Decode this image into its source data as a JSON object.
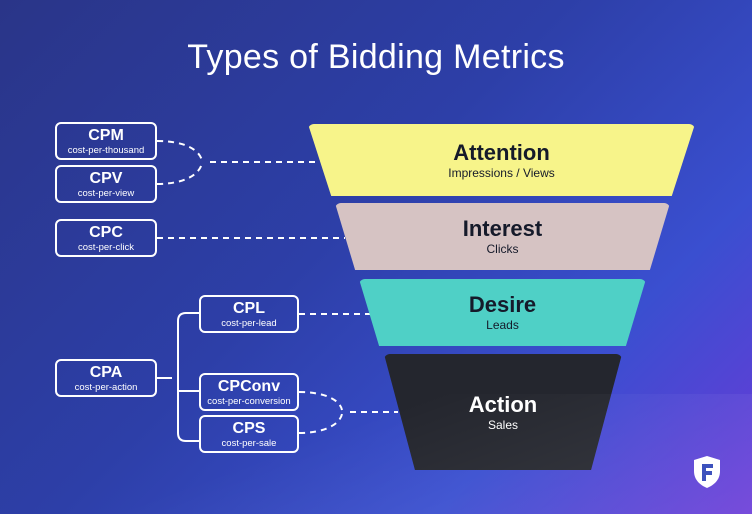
{
  "title": "Types of Bidding Metrics",
  "funnel": [
    {
      "name": "Attention",
      "sub": "Impressions / Views"
    },
    {
      "name": "Interest",
      "sub": "Clicks"
    },
    {
      "name": "Desire",
      "sub": "Leads"
    },
    {
      "name": "Action",
      "sub": "Sales"
    }
  ],
  "metrics": {
    "cpm": {
      "abbr": "CPM",
      "full": "cost-per-thousand"
    },
    "cpv": {
      "abbr": "CPV",
      "full": "cost-per-view"
    },
    "cpc": {
      "abbr": "CPC",
      "full": "cost-per-click"
    },
    "cpl": {
      "abbr": "CPL",
      "full": "cost-per-lead"
    },
    "cpa": {
      "abbr": "CPA",
      "full": "cost-per-action"
    },
    "cpconv": {
      "abbr": "CPConv",
      "full": "cost-per-conversion"
    },
    "cps": {
      "abbr": "CPS",
      "full": "cost-per-sale"
    }
  },
  "colors": {
    "background_start": "#2a3588",
    "background_end": "#6a3ad8",
    "attention": "#f7f48a",
    "interest": "#d6c3c3",
    "desire": "#4fd0c6",
    "action": "#24262e"
  },
  "logo_icon": "shield-logo-icon"
}
